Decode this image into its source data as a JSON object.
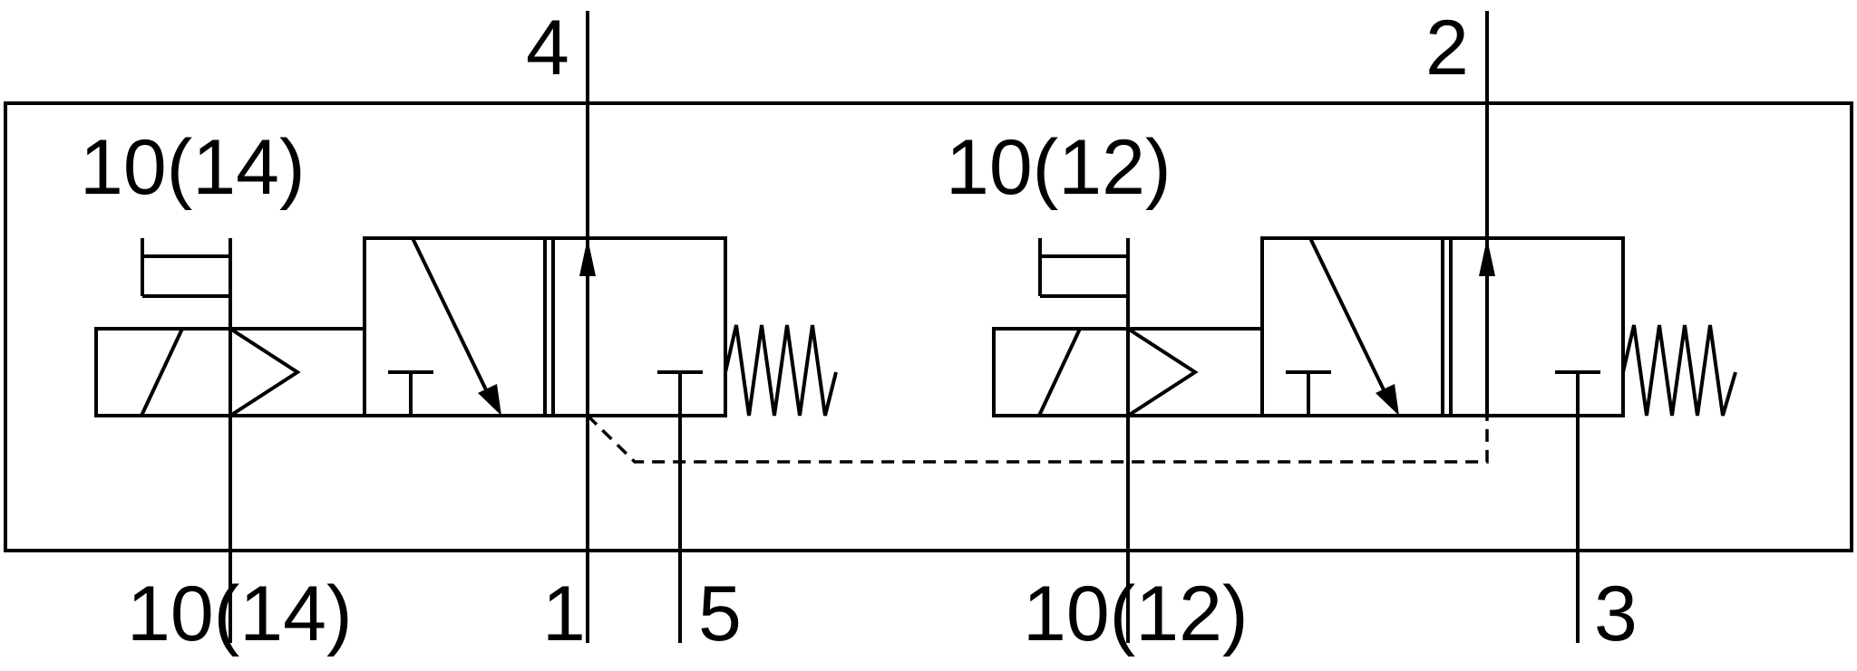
{
  "labels": {
    "port_4": "4",
    "port_2": "2",
    "pilot_left_top": "10(14)",
    "pilot_right_top": "10(12)",
    "pilot_left_bottom": "10(14)",
    "port_1": "1",
    "port_5": "5",
    "pilot_right_bottom": "10(12)",
    "port_3": "3"
  },
  "colors": {
    "line": "#000000",
    "background": "#ffffff"
  }
}
